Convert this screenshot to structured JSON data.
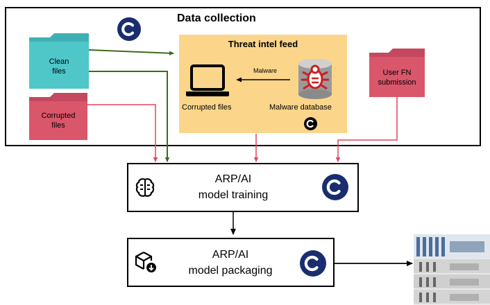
{
  "data_collection": {
    "title": "Data collection",
    "clean_files_label": "Clean files",
    "corrupted_files_folder_label": "Corrupted files",
    "user_fn_label": "User FN submission",
    "threat_feed": {
      "title": "Threat intel feed",
      "arrow_label": "Malware",
      "laptop_label": "Corrupted files",
      "database_label": "Malware database"
    }
  },
  "training": {
    "line1": "ARP/AI",
    "line2": "model training"
  },
  "packaging": {
    "line1": "ARP/AI",
    "line2": "model packaging"
  },
  "colors": {
    "folder_cyan": "#4fc7c9",
    "folder_red": "#d9566b",
    "feed_bg": "#fbd58a",
    "arrow_green": "#3d6b1a",
    "arrow_red": "#e0455a",
    "badge_navy": "#1a2d6e"
  }
}
